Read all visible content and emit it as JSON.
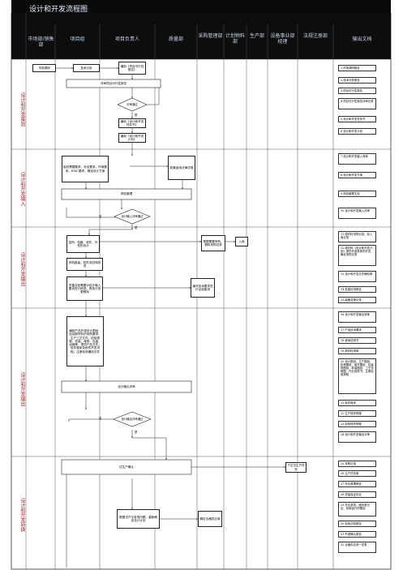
{
  "title": "设计和开发流程图",
  "columns": [
    "市场部/销售部",
    "项目组",
    "项目负责人",
    "质量部",
    "采购管理部",
    "计划物料部",
    "生产部",
    "设备事业部经理",
    "法规注册部",
    "输出文档"
  ],
  "phases": [
    "设计和开发策划",
    "设计和开发输入",
    "设计和开发输出",
    "设计和开发输出",
    "设计和开发转换"
  ],
  "boxes": {
    "p1a": "市场调研",
    "p1b": "技术分析",
    "p1c": "编制《项目可行性报告》",
    "p1d": "评审项目可行性报告",
    "p1e": "编制《设计和开发任务书》",
    "p1f": "编制《设计和开发计划》",
    "p2a": "组织需要要求，安全要求，环境要求，EMC要求，确定设计方案",
    "p2b": "收集适用法律法规",
    "p2c": "风险管理",
    "p3a": "结构、电路、软件、外型的设计",
    "p3b": "根据需要采购，物料采购记录",
    "p3c": "入库",
    "p3d": "样机组装、软件测试和改进",
    "p3e": "完善并经需要对设计输入要求进行修改，再执行变更程序",
    "p3f": "编写技术要求进行全部能测",
    "p4a": "编制产品外观设计图纸，包括原材料的采购要求、生产工艺文件、检验规程、安装、维修、包装、运输等、提供产品文件；软件程序及软件开发流程；注册检测通用文件",
    "p4b": "设计输出评审",
    "p5a": "试生产确认",
    "p5b": "下达试生产任务",
    "p5c": "根据试产中发现问题，重新确定设计计划",
    "p5d": "确定合格供应商"
  },
  "decisions": {
    "d1": "评审通过",
    "d2": "设计输入评审通过",
    "d3": "设计输出评审通过"
  },
  "flow_labels": {
    "yes": "是",
    "no": "否"
  },
  "documents": [
    "1.市场调研报告",
    "2.技术分析报告",
    "3.项目可行性报告",
    "4.项目可行性报告评审记录",
    "5.设计和开发任务书",
    "6.设计和开发计划",
    "7.设计和开发输入清单",
    "8.设计和开发方案",
    "9.风险管理文档",
    "10.设计和开发输入评审",
    "11.原材料采购记录、检入库记录",
    "12.原材料《设计和开发计划》提供外部具体的开发、确定采购记录",
    "13.设计和开发文件确知单",
    "14.性能检测报告",
    "15.装备变更记录",
    "16.设计和开发输出清单",
    "17.产品技术要求",
    "18.使用说明书",
    "19.原材料清单",
    "20.设计图纸、生产图纸、机械图纸、组件图纸、包装规图纸、软装图纸、工艺流程图、作业指导书、注册检验规程",
    "21.软件程序",
    "22.生产操作规程",
    "23.检验操作规程",
    "24.设计和开发输出评审",
    "25.采购记录",
    "26.生产任务单",
    "27.作业原理报告",
    "28.质量保证协议",
    "29.作业准则、服务登记证、检和运行的要结",
    "30.检验试验报告",
    "31.外观确认报告",
    "32.合格供应商一览表"
  ]
}
